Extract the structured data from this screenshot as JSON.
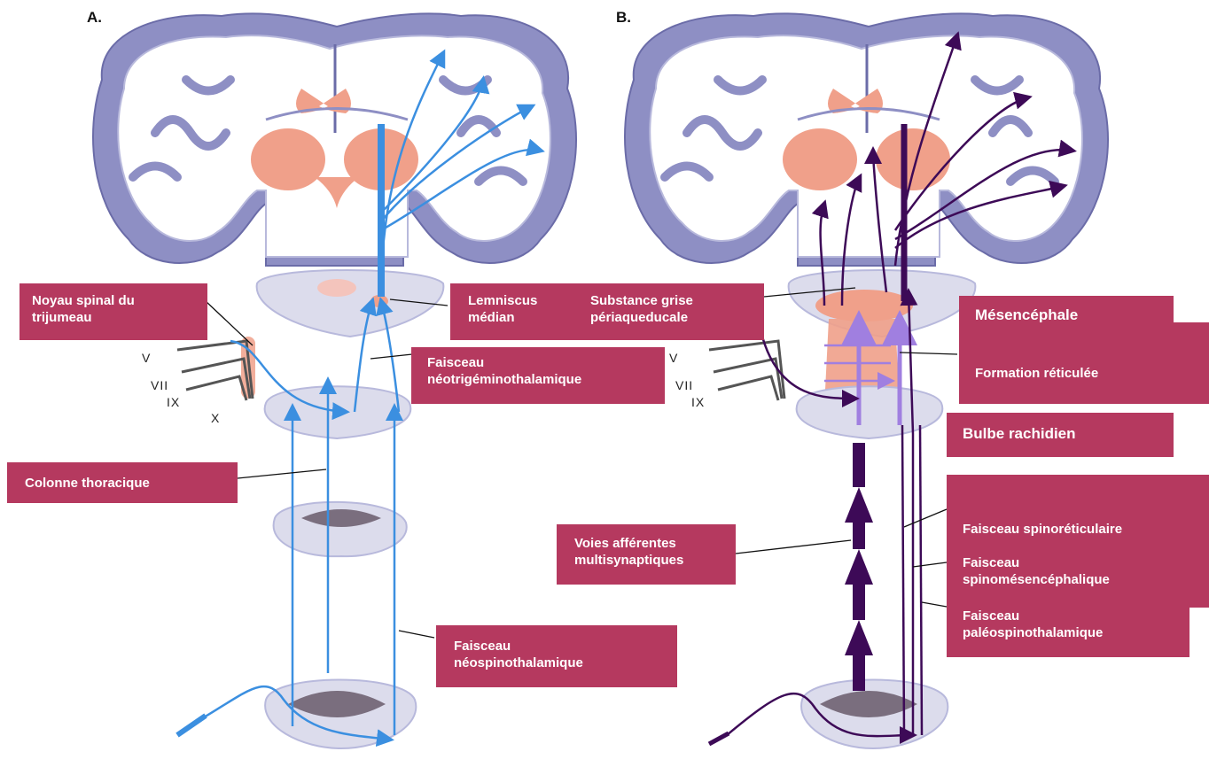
{
  "panels": {
    "a": "A.",
    "b": "B."
  },
  "cranial_nerves_a": [
    "V",
    "VII",
    "IX",
    "X"
  ],
  "cranial_nerves_b": [
    "V",
    "VII",
    "IX"
  ],
  "labels": {
    "noyau_spinal": "Noyau spinal du\ntrijumeau",
    "lemniscus": "Lemniscus\nmédian",
    "substance_grise": "Substance grise\npériaqueducale",
    "mesencephale": "Mésencéphale",
    "formation_reticulee": "Formation réticulée",
    "faisceau_neotrigemino": "Faisceau\nnéotrigéminothalamique",
    "bulbe": "Bulbe rachidien",
    "colonne": "Colonne thoracique",
    "voies_afferentes": "Voies afférentes\nmultisynaptiques",
    "spinoreticulaire": "Faisceau spinoréticulaire",
    "spinomesencephalique": "Faisceau\nspinomésencéphalique",
    "paleospino": "Faisceau\npaléospinothalamique",
    "neospino": "Faisceau\nnéospinothalamique"
  },
  "colors": {
    "label_bg": "#b5395f",
    "pathway_a": "#3b8fe0",
    "pathway_b": "#3d0a57",
    "pathway_b_light": "#a07fe0",
    "nucleus": "#f0a08a",
    "cortex": "#8e8fc4",
    "tissue": "#dcdcec"
  }
}
